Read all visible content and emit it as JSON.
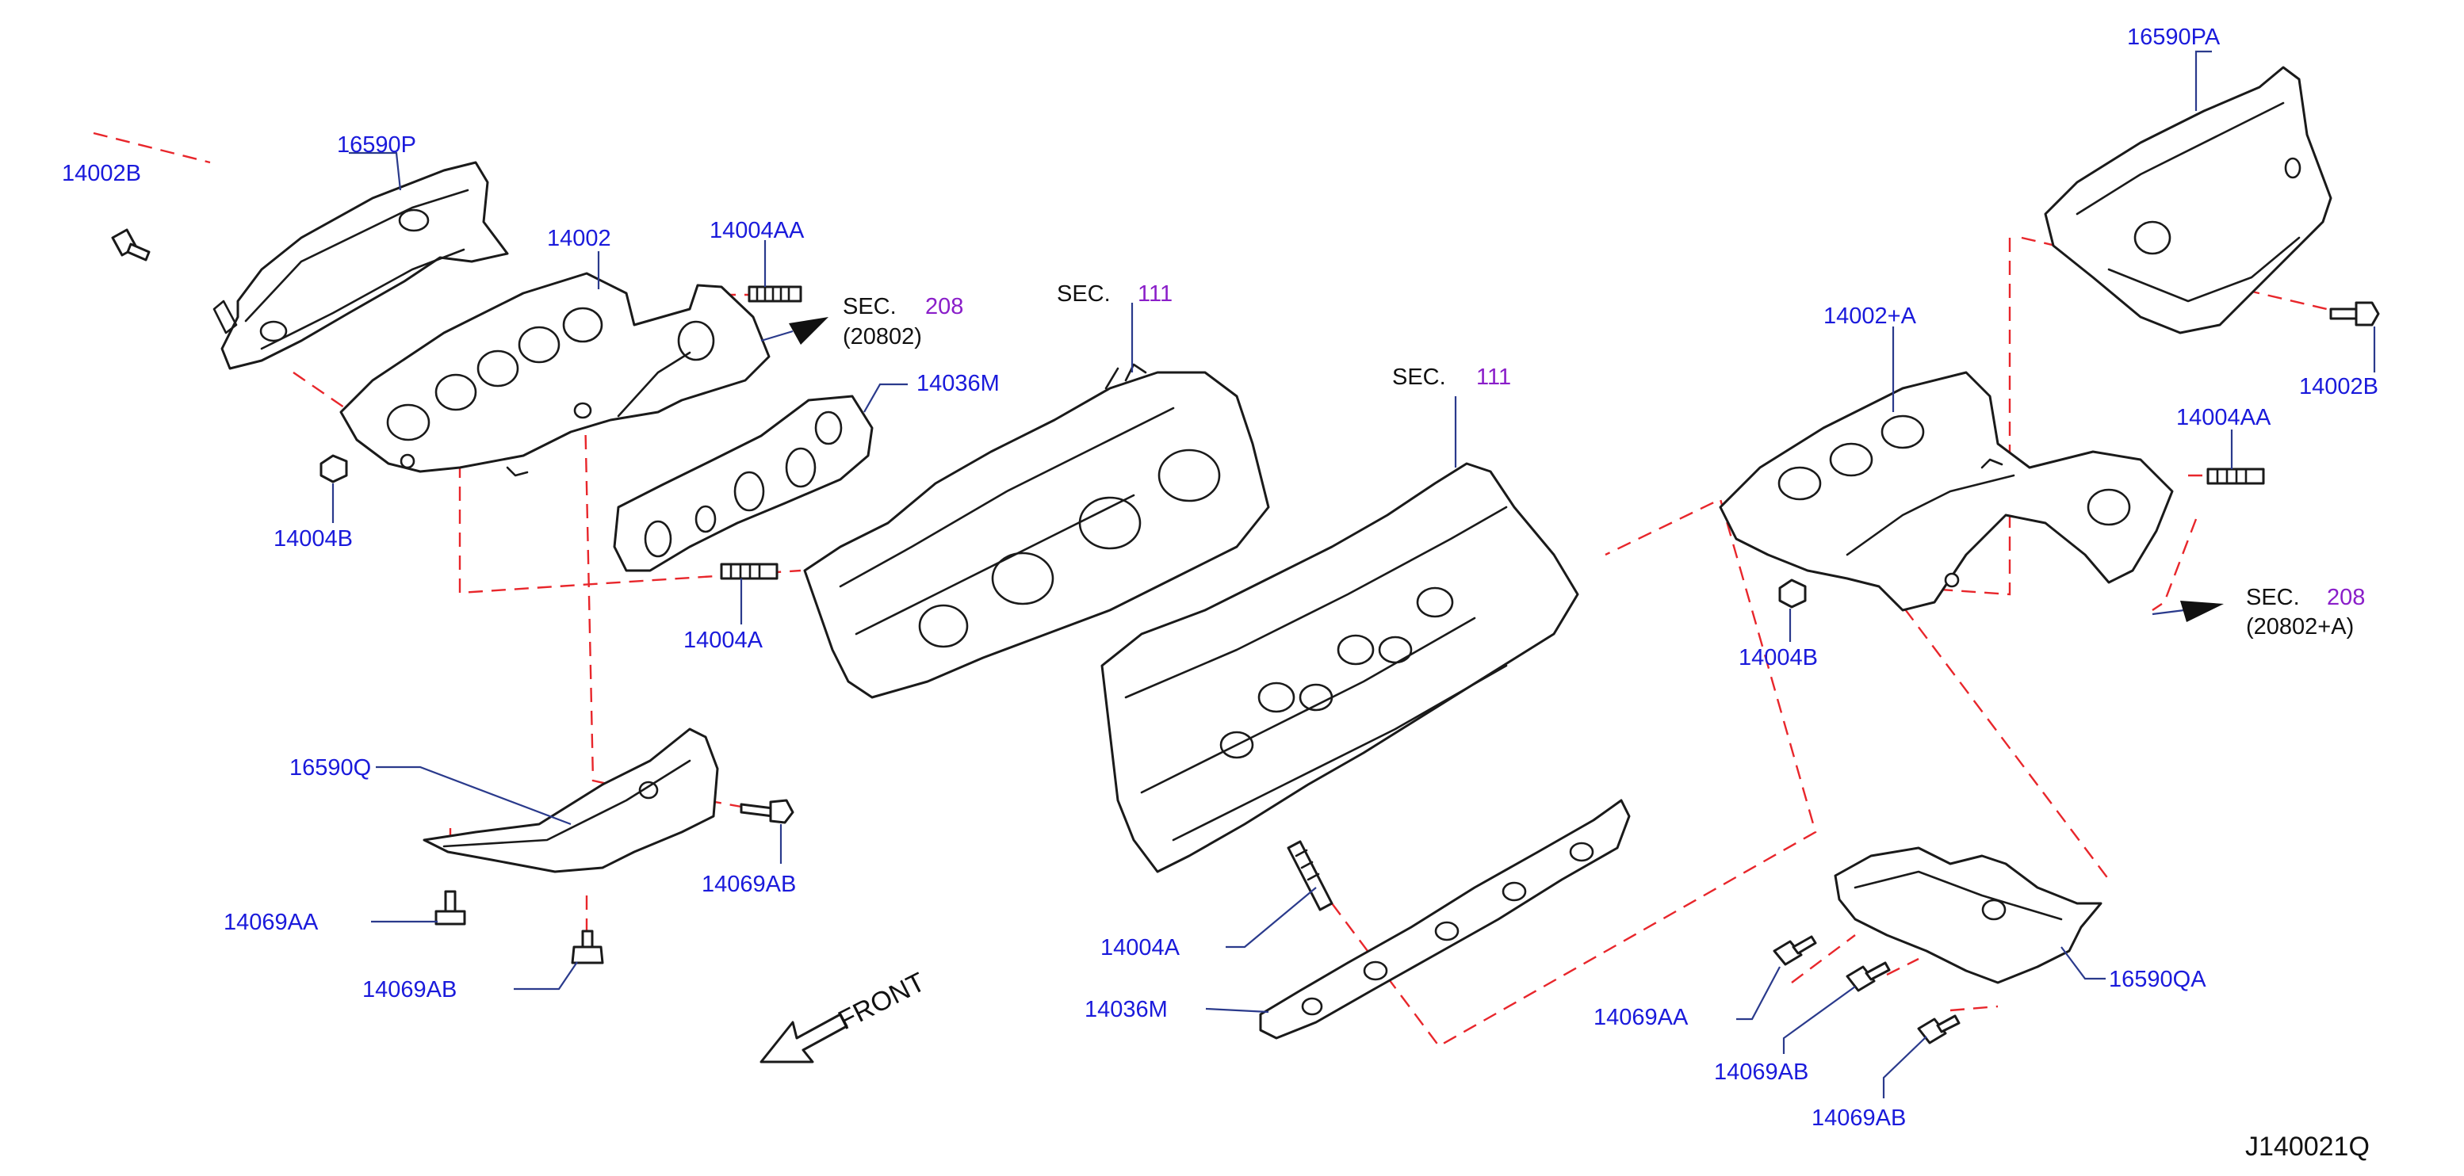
{
  "labels": {
    "heatshield_left_upper": "16590P",
    "bolt_left_upper": "14002B",
    "manifold_left": "14002",
    "stud_top_left": "14004AA",
    "nut_left": "14004B",
    "gasket_left": "14036M",
    "stud_left_lower": "14004A",
    "heatshield_left_lower": "16590Q",
    "bolt_left_lower_right": "14069AB",
    "bolt_left_lower_a": "14069AA",
    "bolt_left_lower_b": "14069AB",
    "heatshield_right_upper": "16590PA",
    "bolt_right_upper": "14002B",
    "manifold_right": "14002+A",
    "stud_right": "14004AA",
    "nut_right": "14004B",
    "stud_center": "14004A",
    "gasket_center": "14036M",
    "heatshield_right_lower": "16590QA",
    "bolt_right_lower_a": "14069AA",
    "bolt_right_lower_b": "14069AB",
    "bolt_right_lower_c": "14069AB"
  },
  "section_refs": {
    "left_exhaust": {
      "prefix": "SEC.",
      "number": "208",
      "sub": "(20802)"
    },
    "left_head": {
      "prefix": "SEC.",
      "number": "111"
    },
    "right_head": {
      "prefix": "SEC.",
      "number": "111"
    },
    "right_exhaust": {
      "prefix": "SEC.",
      "number": "208",
      "sub": "(20802+A)"
    }
  },
  "front_label": "FRONT",
  "diagram_ref": "J140021Q",
  "colors": {
    "part_label": "#1a1adb",
    "section_number": "#8a1ec9",
    "leader_line": "#2a3a8c",
    "dashed_guide": "#e8262b",
    "outline": "#1a1a1a"
  }
}
